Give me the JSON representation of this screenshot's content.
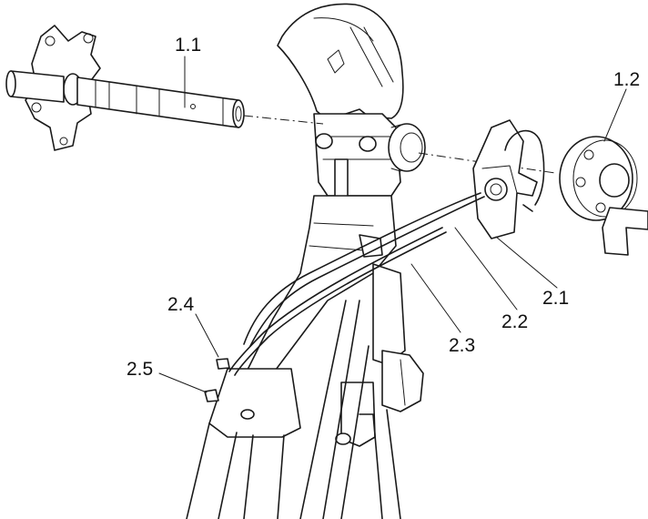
{
  "callouts": {
    "c11": "1.1",
    "c12": "1.2",
    "c21": "2.1",
    "c22": "2.2",
    "c23": "2.3",
    "c24": "2.4",
    "c25": "2.5"
  },
  "colors": {
    "line": "#1a1a1a",
    "background": "#ffffff"
  }
}
